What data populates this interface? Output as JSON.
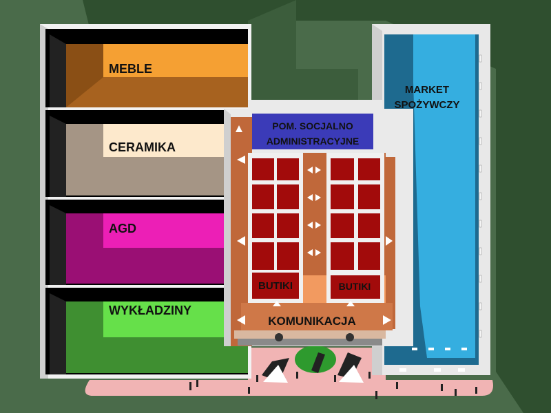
{
  "zones": {
    "meble": "MEBLE",
    "ceramika": "CERAMIKA",
    "agd": "AGD",
    "wykladziny": "WYKŁADZINY",
    "market_line1": "MARKET",
    "market_line2": "SPOŻYWCZY",
    "social_line1": "POM. SOCJALNO",
    "social_line2": "ADMINISTRACYJNE",
    "butiki_left": "BUTIKI",
    "butiki_right": "BUTIKI",
    "komunikacja": "KOMUNIKACJA"
  },
  "colors": {
    "background": "#4a6b4a",
    "meble": "#f5a033",
    "ceramika": "#fde9cc",
    "agd": "#ec1fb6",
    "wykladziny": "#66e04a",
    "market": "#35aee0",
    "social": "#3b3bb8",
    "butik": "#a20b0b",
    "corridor": "#c0683a",
    "plaza": "#f1b4b4"
  },
  "icons": {
    "arrow": "white-triangle-arrow-icon",
    "tree": "tree-icon",
    "lamp": "street-lamp-icon"
  }
}
